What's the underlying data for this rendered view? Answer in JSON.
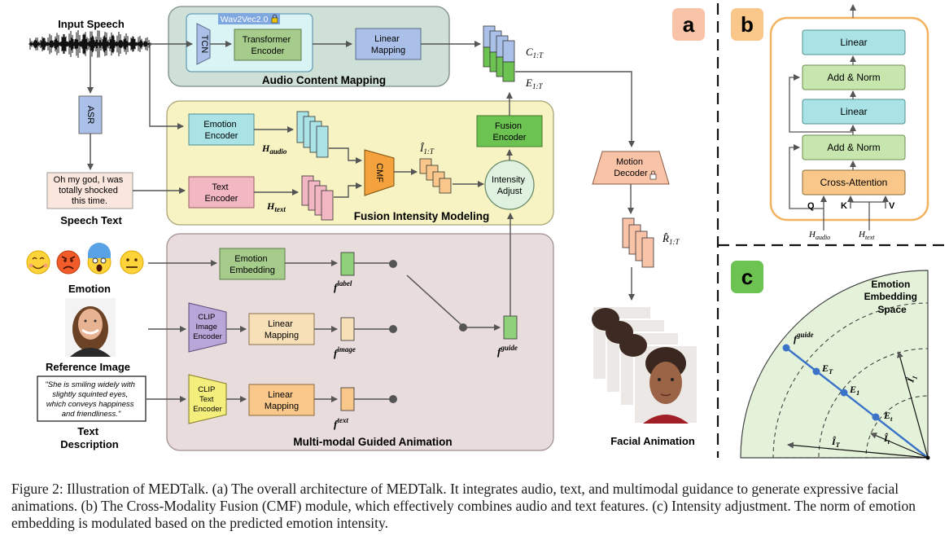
{
  "inputs": {
    "input_speech": "Input Speech",
    "asr": "ASR",
    "speech_text_quote": [
      "Oh my god, I was",
      "totally shocked",
      "this time."
    ],
    "speech_text_label": "Speech Text",
    "emotion_label": "Emotion",
    "emojis": [
      "😊",
      "😡",
      "😱",
      "😐"
    ],
    "reference_image_label": "Reference Image",
    "text_description_quote": [
      "\"She is smiling widely with",
      "slightly squinted eyes,",
      "which conveys happiness",
      "and friendliness.\""
    ],
    "text_description_label": [
      "Text",
      "Description"
    ]
  },
  "audio_mapping": {
    "wav2vec": "Wav2Vec2.0",
    "tcn": "TCN",
    "transformer": [
      "Transformer",
      "Encoder"
    ],
    "linear": [
      "Linear",
      "Mapping"
    ],
    "title": "Audio Content Mapping"
  },
  "fusion": {
    "emotion_encoder": [
      "Emotion",
      "Encoder"
    ],
    "text_encoder": [
      "Text",
      "Encoder"
    ],
    "h_audio": "H",
    "h_audio_sub": "audio",
    "h_text": "H",
    "h_text_sub": "text",
    "cmf": "CMF",
    "i_hat": "Î",
    "i_hat_sub": "1:T",
    "intensity_adjust": [
      "Intensity",
      "Adjust"
    ],
    "fusion_encoder": [
      "Fusion",
      "Encoder"
    ],
    "title": "Fusion Intensity Modeling"
  },
  "outputs": {
    "c_label": "C",
    "c_sub": "1:T",
    "e_label": "E",
    "e_sub": "1:T",
    "motion_decoder": [
      "Motion",
      "Decoder"
    ],
    "r_hat": "R̂",
    "r_hat_sub": "1:T",
    "facial_animation": "Facial Animation"
  },
  "guided": {
    "emotion_embedding": [
      "Emotion",
      "Embedding"
    ],
    "clip_image": [
      "CLIP",
      "Image",
      "Encoder"
    ],
    "clip_text": [
      "CLIP",
      "Text",
      "Encoder"
    ],
    "linear_mapping": [
      "Linear",
      "Mapping"
    ],
    "f_label": "f",
    "f_label_sup": "label",
    "f_image": "f",
    "f_image_sup": "image",
    "f_text": "f",
    "f_text_sup": "text",
    "f_guide": "f",
    "f_guide_sup": "guide",
    "title": "Multi-modal Guided Animation"
  },
  "panel_letters": {
    "a": "a",
    "b": "b",
    "c": "c"
  },
  "panel_b": {
    "linear": "Linear",
    "add_norm": "Add & Norm",
    "cross_attention": "Cross-Attention",
    "q": "Q",
    "k": "K",
    "v": "V",
    "h_audio": "H",
    "h_audio_sub": "audio",
    "h_text": "H",
    "h_text_sub": "text"
  },
  "panel_c": {
    "space_title": [
      "Emotion",
      "Embedding",
      "Space"
    ],
    "f_guide": "f",
    "f_guide_sup": "guide",
    "e_T": "E",
    "e_T_sub": "T",
    "e_1": "E",
    "e_1_sub": "1",
    "e_t": "E",
    "e_t_sub": "t",
    "i_T": "Î",
    "i_T_sub": "T",
    "i_t": "Î",
    "i_t_sub": "t",
    "i_1": "Î",
    "i_1_sub": "1"
  },
  "caption": "Figure 2: Illustration of MEDTalk. (a) The overall architecture of MEDTalk. It integrates audio, text, and multimodal guidance to generate expressive facial animations. (b) The Cross-Modality Fusion (CMF) module, which effectively combines audio and text features. (c) Intensity adjustment. The norm of emotion embedding is modulated based on the predicted emotion intensity.",
  "colors": {
    "audio_bg": "#cfe0d6",
    "fusion_bg": "#f7f3c2",
    "guided_bg": "#e9dcdc",
    "cyan": "#a9e3e6",
    "pink": "#f2b7c2",
    "orange": "#f9c78a",
    "green": "#8fd07a",
    "blue": "#aac0e8",
    "purple": "#b9a6d8",
    "yellow": "#f4ee7d",
    "panel_c_bg": "#e4f2da"
  }
}
